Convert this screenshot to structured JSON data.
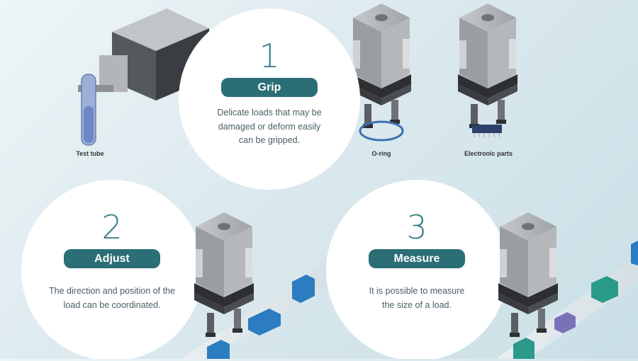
{
  "sections": [
    {
      "number": "1",
      "title": "Grip",
      "desc_lines": [
        "Delicate loads that may be",
        "damaged or deform easily",
        "can be gripped."
      ]
    },
    {
      "number": "2",
      "title": "Adjust",
      "desc_lines": [
        "The direction and position of the",
        "load can be coordinated."
      ]
    },
    {
      "number": "3",
      "title": "Measure",
      "desc_lines": [
        "It is possible to measure",
        "the size of a load."
      ]
    }
  ],
  "captions": {
    "test_tube": "Test tube",
    "o_ring": "O-ring",
    "electronic_parts": "Electronic parts"
  },
  "colors": {
    "accent": "#2b6e76",
    "number": "#3a7f89",
    "box_blue": "#2b7cc0",
    "box_teal": "#2a9a8a",
    "box_purple": "#7a72b8"
  }
}
